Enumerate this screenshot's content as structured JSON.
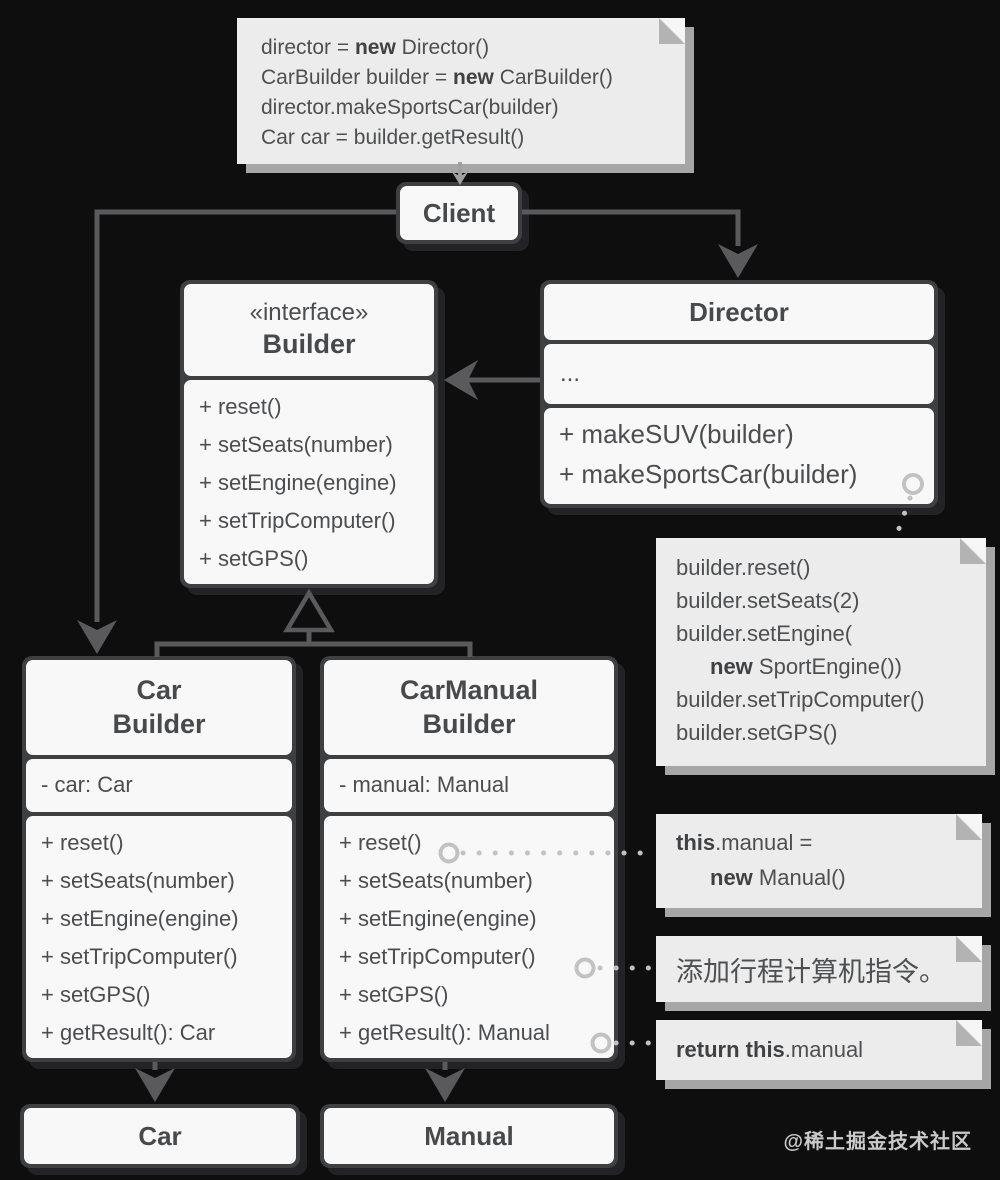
{
  "colors": {
    "background": "#0e0e0e",
    "class_fill": "#f8f8f8",
    "class_border": "#3e3f41",
    "note_fill": "#ececec",
    "note_shadow": "#a6a6a6",
    "connector_line": "#5a5a5c",
    "dotted_line": "#c2c2c2",
    "text": "#4c4d4f"
  },
  "notes": {
    "client_code": {
      "lines": [
        {
          "pre": "director = ",
          "bold": "new",
          "post": " Director()"
        },
        {
          "pre": "CarBuilder builder = ",
          "bold": "new",
          "post": " CarBuilder()"
        },
        {
          "pre": "director.makeSportsCar(builder)",
          "bold": "",
          "post": ""
        },
        {
          "pre": "Car car = builder.getResult()",
          "bold": "",
          "post": ""
        }
      ]
    },
    "director_code": {
      "lines": [
        {
          "pre": "builder.reset()",
          "bold": "",
          "post": ""
        },
        {
          "pre": "builder.setSeats(2)",
          "bold": "",
          "post": ""
        },
        {
          "pre": "builder.setEngine(",
          "bold": "",
          "post": ""
        },
        {
          "pre": "",
          "bold": "new",
          "post": " SportEngine())"
        },
        {
          "pre": "builder.setTripComputer()",
          "bold": "",
          "post": ""
        },
        {
          "pre": "builder.setGPS()",
          "bold": "",
          "post": ""
        }
      ]
    },
    "manual_init": {
      "lines": [
        {
          "pre": "",
          "bold": "this",
          "post": ".manual ="
        },
        {
          "pre": "",
          "bold": "new",
          "post": " Manual()"
        }
      ]
    },
    "trip": {
      "text": "添加行程计算机指令。"
    },
    "return": {
      "lines": [
        {
          "pre": "",
          "bold": "return this",
          "post": ".manual"
        }
      ]
    }
  },
  "classes": {
    "client": {
      "name": "Client"
    },
    "builder_interface": {
      "stereotype": "«interface»",
      "name": "Builder",
      "methods": [
        "+ reset()",
        "+ setSeats(number)",
        "+ setEngine(engine)",
        "+ setTripComputer()",
        "+ setGPS()"
      ]
    },
    "director": {
      "name": "Director",
      "ellipsis": "...",
      "methods": [
        "+ makeSUV(builder)",
        "+ makeSportsCar(builder)"
      ]
    },
    "car_builder": {
      "name_line1": "Car",
      "name_line2": "Builder",
      "fields": [
        "- car: Car"
      ],
      "methods": [
        "+ reset()",
        "+ setSeats(number)",
        "+ setEngine(engine)",
        "+ setTripComputer()",
        "+ setGPS()",
        "+ getResult(): Car"
      ]
    },
    "car_manual_builder": {
      "name_line1": "CarManual",
      "name_line2": "Builder",
      "fields": [
        "- manual: Manual"
      ],
      "methods": [
        "+ reset()",
        "+ setSeats(number)",
        "+ setEngine(engine)",
        "+ setTripComputer()",
        "+ setGPS()",
        "+ getResult(): Manual"
      ]
    },
    "car": {
      "name": "Car"
    },
    "manual": {
      "name": "Manual"
    }
  },
  "watermark": "@稀土掘金技术社区"
}
